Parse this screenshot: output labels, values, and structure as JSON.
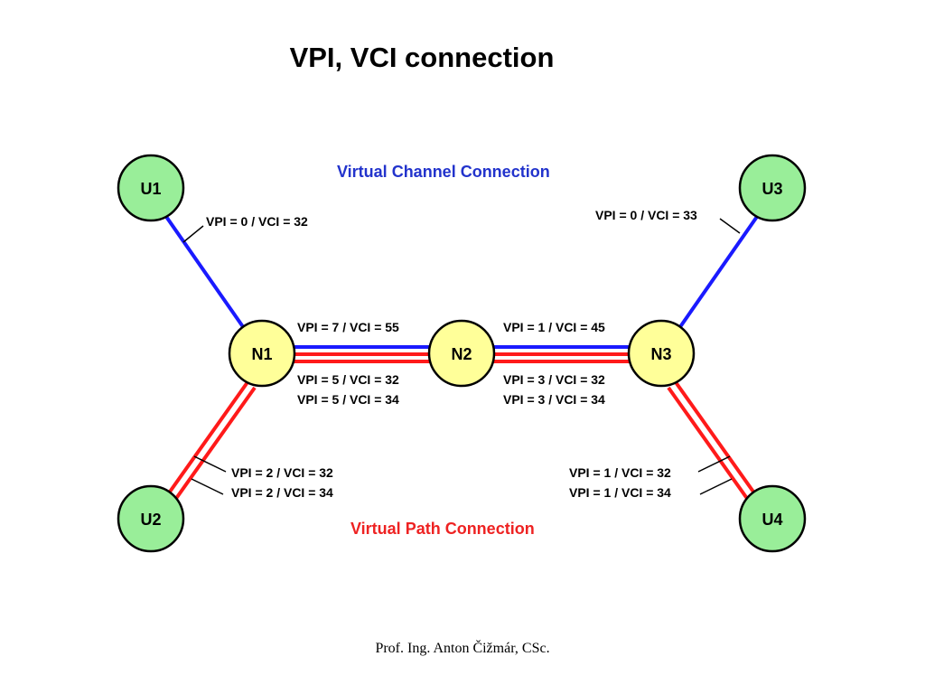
{
  "title": "VPI, VCI connection",
  "footer": "Prof. Ing. Anton Čižmár, CSc.",
  "colors": {
    "vcc": "#1a1aff",
    "vpc": "#ff1a1a",
    "user_node": "#99ee99",
    "network_node": "#ffff99"
  },
  "diagram": {
    "vcc_heading": "Virtual Channel Connection",
    "vpc_heading": "Virtual Path Connection",
    "nodes": {
      "u1": "U1",
      "u2": "U2",
      "u3": "U3",
      "u4": "U4",
      "n1": "N1",
      "n2": "N2",
      "n3": "N3"
    },
    "labels": {
      "u1_n1": "VPI = 0 / VCI = 32",
      "u3_n3": "VPI = 0 / VCI = 33",
      "n1_n2_vcc": "VPI = 7 / VCI = 55",
      "n2_n3_vcc": "VPI = 1 / VCI = 45",
      "n1_n2_vpc_1": "VPI = 5 / VCI = 32",
      "n1_n2_vpc_2": "VPI = 5 / VCI = 34",
      "n2_n3_vpc_1": "VPI = 3 / VCI = 32",
      "n2_n3_vpc_2": "VPI = 3 / VCI = 34",
      "u2_n1_1": "VPI = 2 / VCI = 32",
      "u2_n1_2": "VPI = 2 / VCI = 34",
      "u4_n3_1": "VPI = 1 / VCI = 32",
      "u4_n3_2": "VPI = 1 / VCI = 34"
    }
  }
}
